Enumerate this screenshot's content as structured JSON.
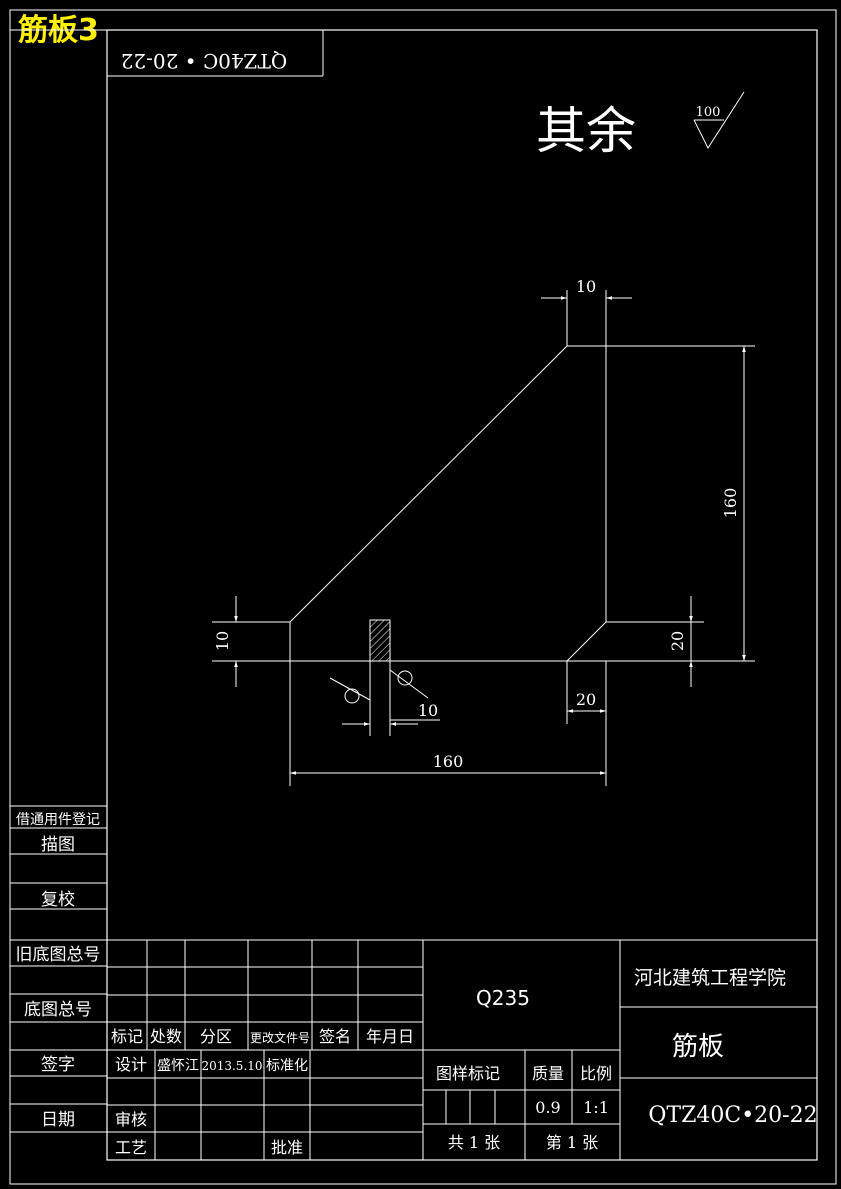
{
  "drawing_title": "筋板3",
  "drawing_number_rotated": "QTZ40C • 20-22",
  "roughness": {
    "prefix": "其余",
    "value": "100"
  },
  "dimensions": {
    "top_width": "10",
    "right_height": "160",
    "left_height": "10",
    "right_small_height": "20",
    "bottom_small_width": "20",
    "weld_size": "10",
    "bottom_width": "160"
  },
  "left_column": {
    "borrow_register": "借通用件登记",
    "trace": "描图",
    "recheck": "复校",
    "old_base_number": "旧底图总号",
    "base_number": "底图总号",
    "signature": "签字",
    "date": "日期"
  },
  "title_block": {
    "material": "Q235",
    "school": "河北建筑工程学院",
    "part_name": "筋板",
    "drawing_number": "QTZ40C•20-22",
    "revision_headers": [
      "标记",
      "处数",
      "分区",
      "更改文件号",
      "签名",
      "年月日"
    ],
    "design_label": "设计",
    "designer": "盛怀江",
    "design_date": "2013.5.10",
    "standardize_label": "标准化",
    "review_label": "审核",
    "process_label": "工艺",
    "approve_label": "批准",
    "pattern_mark_label": "图样标记",
    "mass_label": "质量",
    "scale_label": "比例",
    "mass_value": "0.9",
    "scale_value": "1:1",
    "total_sheets": "共 1 张",
    "sheet_no": "第 1 张"
  }
}
